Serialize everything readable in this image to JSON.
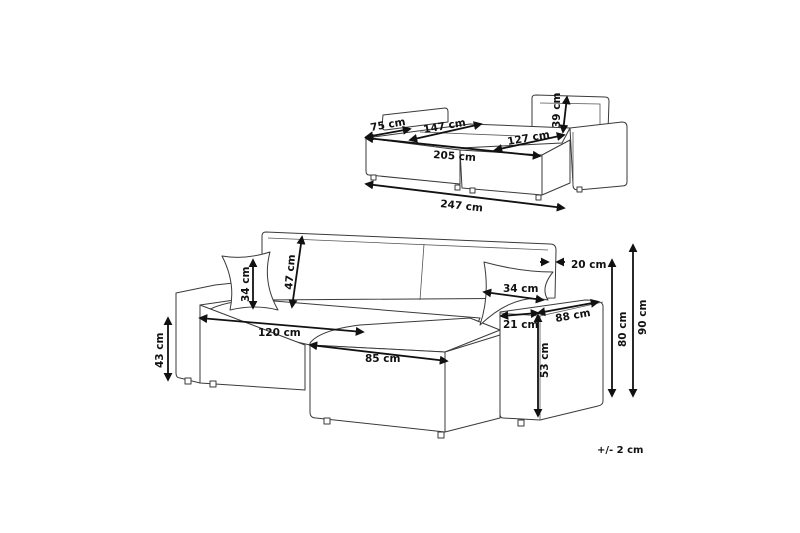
{
  "diagram": {
    "type": "dimension-drawing",
    "subject": "corner sofa",
    "units": "cm",
    "tolerance": "+/- 2 cm",
    "top_view_labels": {
      "chaise_depth_small": "75 cm",
      "seat_depth": "147 cm",
      "seat_length": "205 cm",
      "chaise_length": "127 cm",
      "back_height_small": "39 cm",
      "total_length": "247 cm"
    },
    "front_view_labels": {
      "cushion_height": "34 cm",
      "back_height": "47 cm",
      "seat_width": "120 cm",
      "chaise_width": "85 cm",
      "seat_height": "43 cm",
      "back_thickness": "20 cm",
      "cushion_width": "34 cm",
      "armrest_width": "21 cm",
      "armrest_depth": "88 cm",
      "armrest_height": "53 cm",
      "height_without_back": "80 cm",
      "total_height": "90 cm"
    },
    "colors": {
      "line": "#3a3a3a",
      "dimension": "#111111",
      "background": "#ffffff"
    }
  }
}
